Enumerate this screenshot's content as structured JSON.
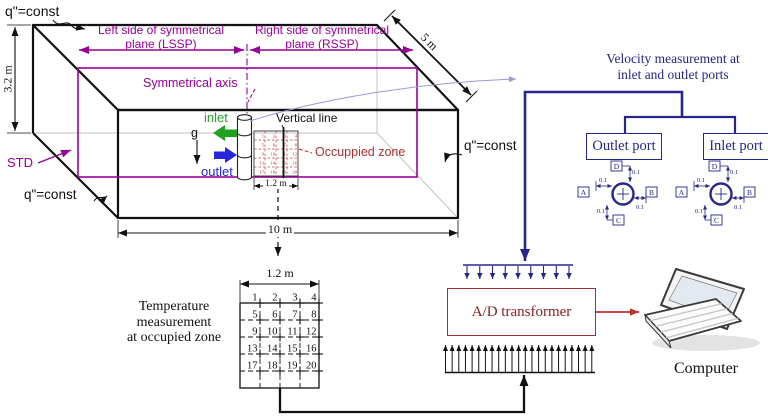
{
  "colors": {
    "magenta": "#990099",
    "navy": "#26268C",
    "green": "#21A121",
    "blue": "#2626DD",
    "dark_red": "#8B2020",
    "red_arrow": "#C03030",
    "zone_red": "#B03030",
    "hidden_gray": "#C0C0C0",
    "curve": "#9A9AD0"
  },
  "room": {
    "q_const": "q\"=const",
    "lssp_line1": "Left side of symmetrical",
    "lssp_line2": "plane (LSSP)",
    "rssp_line1": "Right side of symmetrical",
    "rssp_line2": "plane (RSSP)",
    "symmetrical_axis": "Symmetrical axis",
    "std": "STD",
    "vertical_line": "Vertical line",
    "inlet": "inlet",
    "outlet": "outlet",
    "gravity": "g",
    "occupied_zone": "Occuppied zone",
    "dim_height": "3.2 m",
    "dim_depth": "5 m",
    "dim_length": "10 m",
    "dim_zone_width": "1.2 m"
  },
  "temp_grid": {
    "dim_width": "1.2 m",
    "numbers": [
      1,
      2,
      3,
      4,
      5,
      6,
      7,
      8,
      9,
      10,
      11,
      12,
      13,
      14,
      15,
      16,
      17,
      18,
      19,
      20
    ],
    "caption_line1": "Temperature",
    "caption_line2": "measurement",
    "caption_line3": "at occupied zone"
  },
  "velocity": {
    "title_line1": "Velocity measurement at",
    "title_line2": "inlet and outlet ports",
    "outlet_box_label": "Outlet port",
    "inlet_box_label": "Inlet port",
    "point_top": "D",
    "point_left": "A",
    "point_right": "B",
    "point_bottom": "C",
    "offset_value": "0.1"
  },
  "ad_transformer": {
    "label": "A/D transformer"
  },
  "computer": {
    "label": "Computer"
  }
}
